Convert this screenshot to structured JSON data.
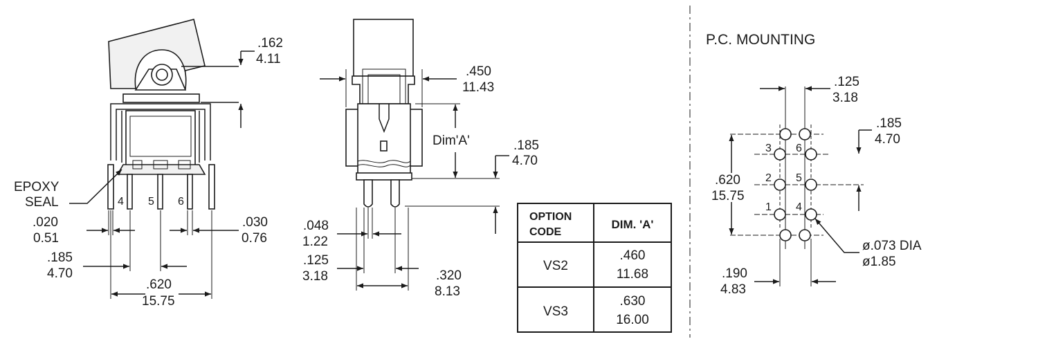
{
  "side_view": {
    "dim_162": {
      "in": ".162",
      "mm": "4.11"
    },
    "epoxy_seal": {
      "line1": "EPOXY",
      "line2": "SEAL"
    },
    "pins": [
      "4",
      "5",
      "6"
    ],
    "dim_020": {
      "in": ".020",
      "mm": "0.51"
    },
    "dim_030": {
      "in": ".030",
      "mm": "0.76"
    },
    "dim_185": {
      "in": ".185",
      "mm": "4.70"
    },
    "dim_620": {
      "in": ".620",
      "mm": "15.75"
    }
  },
  "front_view": {
    "dim_450": {
      "in": ".450",
      "mm": "11.43"
    },
    "dim_a_label": "Dim'A'",
    "dim_185": {
      "in": ".185",
      "mm": "4.70"
    },
    "dim_048": {
      "in": ".048",
      "mm": "1.22"
    },
    "dim_125": {
      "in": ".125",
      "mm": "3.18"
    },
    "dim_320": {
      "in": ".320",
      "mm": "8.13"
    }
  },
  "option_table": {
    "headers": [
      "OPTION CODE",
      "DIM. 'A'"
    ],
    "header_lines": [
      [
        "OPTION",
        "CODE"
      ],
      [
        "DIM. 'A'"
      ]
    ],
    "rows": [
      {
        "code": "VS2",
        "in": ".460",
        "mm": "11.68"
      },
      {
        "code": "VS3",
        "in": ".630",
        "mm": "16.00"
      }
    ]
  },
  "pc_mounting": {
    "title": "P.C. MOUNTING",
    "dim_125": {
      "in": ".125",
      "mm": "3.18"
    },
    "dim_185": {
      "in": ".185",
      "mm": "4.70"
    },
    "dim_620": {
      "in": ".620",
      "mm": "15.75"
    },
    "dim_190": {
      "in": ".190",
      "mm": "4.83"
    },
    "hole_dia": {
      "in": "ø.073 DIA",
      "mm": "ø1.85"
    },
    "pins": [
      "1",
      "2",
      "3",
      "4",
      "5",
      "6"
    ]
  }
}
